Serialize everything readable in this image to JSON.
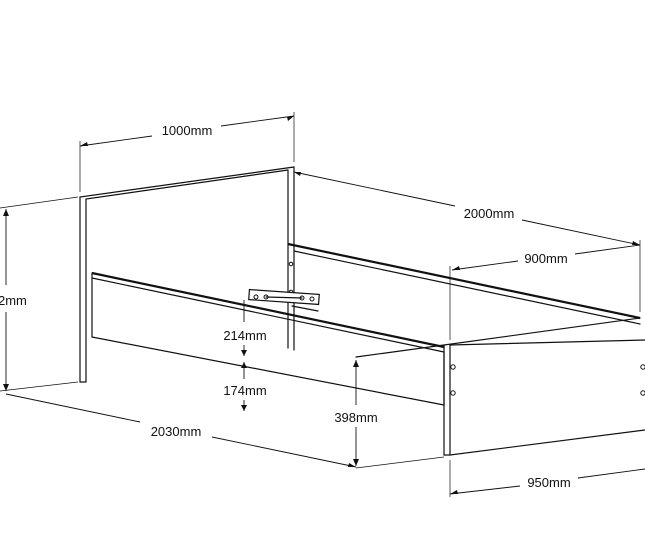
{
  "diagram": {
    "dimensions": {
      "headboard_width": "1000mm",
      "side_length": "2000mm",
      "inner_width": "900mm",
      "headboard_height": "2mm",
      "rail_upper_gap": "214mm",
      "rail_lower_gap": "174mm",
      "footboard_height": "398mm",
      "overall_length": "2030mm",
      "overall_width": "950mm"
    }
  }
}
